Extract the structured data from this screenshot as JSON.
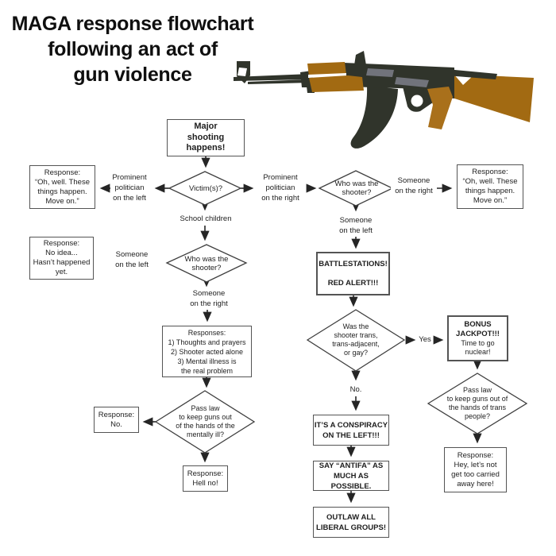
{
  "title": "MAGA response flowchart\nfollowing an act of\ngun violence",
  "colors": {
    "ink": "#2a2a2a",
    "box_border": "#545454",
    "gun_dark": "#30342b",
    "gun_wood": "#a26a12",
    "gun_wood_light": "#a9701b",
    "gun_gray": "#71737b"
  },
  "nodes": {
    "major": "Major\nshooting\nhappens!",
    "victims_q": "Victim(s)?",
    "response_oh_well_left": "Response:\n“Oh, well. These\nthings happen.\nMove on.”",
    "response_oh_well_right": "Response:\n“Oh, well. These\nthings happen.\nMove on.”",
    "who_shooter_right": "Who was the\nshooter?",
    "who_shooter_left": "Who was the\nshooter?",
    "response_no_idea": "Response:\nNo idea...\nHasn’t happened\nyet.",
    "responses_list": "Responses:\n1) Thoughts and prayers\n2) Shooter acted alone\n3) Mental illness is\nthe real problem",
    "pass_law_mentally_ill": "Pass law\nto keep guns out\nof the hands of the\nmentally ill?",
    "response_no": "Response:\nNo.",
    "response_hell_no": "Response:\nHell no!",
    "battlestations": "BATTLESTATIONS!\n\nRED ALERT!!!",
    "was_shooter_trans": "Was the\nshooter trans,\ntrans-adjacent,\nor gay?",
    "bonus_jackpot_title": "BONUS\nJACKPOT!!!",
    "bonus_jackpot_body": "Time to go\nnuclear!",
    "pass_law_trans": "Pass law\nto keep guns out of\nthe hands of trans\npeople?",
    "response_carried_away": "Response:\nHey, let’s not\nget too carried\naway here!",
    "conspiracy": "IT’S A CONSPIRACY\nON THE LEFT!!!",
    "antifa": "SAY “ANTIFA” AS\nMUCH AS POSSIBLE.",
    "outlaw": "OUTLAW ALL\nLIBERAL GROUPS!"
  },
  "edge_labels": {
    "prominent_left": "Prominent\npolitician\non the left",
    "prominent_right": "Prominent\npolitician\non the right",
    "school_children": "School children",
    "someone_on_right_top": "Someone\non the right",
    "someone_on_left_right_col": "Someone\non the left",
    "someone_on_left_left_col": "Someone\non the left",
    "someone_on_right_left_col": "Someone\non the right",
    "yes": "Yes",
    "no": "No."
  }
}
